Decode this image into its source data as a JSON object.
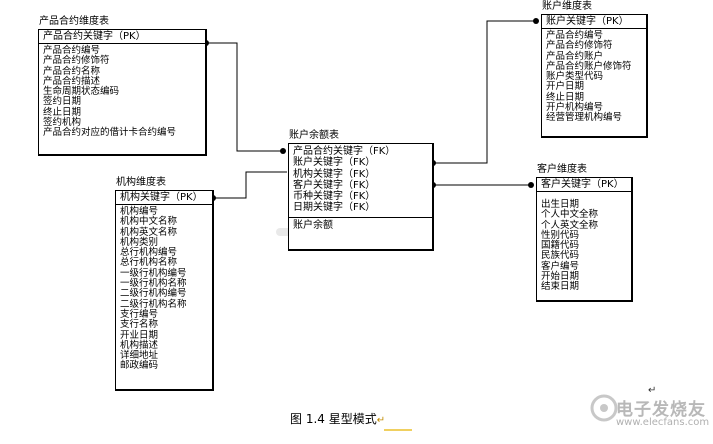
{
  "entities": {
    "product": {
      "title": "产品合约维度表",
      "key": "产品合约关键字（PK）",
      "attrs": [
        "产品合约编号",
        "产品合约修饰符",
        "产品合约名称",
        "产品合约描述",
        "生命周期状态编码",
        "签约日期",
        "终止日期",
        "签约机构",
        "产品合约对应的借计卡合约编号"
      ]
    },
    "org": {
      "title": "机构维度表",
      "key": "机构关键字（PK）",
      "attrs": [
        "机构编号",
        "机构中文名称",
        "机构英文名称",
        "机构类别",
        "总行机构编号",
        "总行机构名称",
        "一级行机构编号",
        "一级行机构名称",
        "二级行机构编号",
        "二级行机构名称",
        "支行编号",
        "支行名称",
        "开业日期",
        "机构描述",
        "详细地址",
        "邮政编码"
      ]
    },
    "fact": {
      "title": "账户余额表",
      "keys": [
        "产品合约关键字（FK）",
        "账户关键字（FK）",
        "机构关键字（FK）",
        "客户关键字（FK）",
        "币种关键字（FK）",
        "日期关键字（FK）"
      ],
      "attrs": [
        "账户余额"
      ]
    },
    "account": {
      "title": "账户维度表",
      "key": "账户关键字（PK）",
      "attrs": [
        "产品合约编号",
        "产品合约修饰符",
        "产品合约账户",
        "产品合约账户修饰符",
        "账户类型代码",
        "开户日期",
        "终止日期",
        "开户机构编号",
        "经营管理机构编号"
      ]
    },
    "customer": {
      "title": "客户维度表",
      "key": "客户关键字（PK）",
      "attrs": [
        "出生日期",
        "个人中文全称",
        "个人英文全称",
        "性别代码",
        "国籍代码",
        "民族代码",
        "客户编号",
        "开始日期",
        "结束日期"
      ]
    }
  },
  "caption": {
    "text": "图 1.4 星型模式",
    "mark": "↵"
  },
  "paragraph_mark": "↵",
  "watermark": {
    "text": "电子发烧友",
    "url": "www.elecfans.com"
  }
}
